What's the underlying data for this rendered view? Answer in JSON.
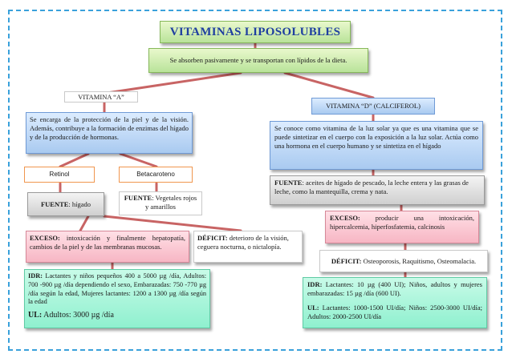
{
  "title": "VITAMINAS LIPOSOLUBLES",
  "intro": "Se absorben pasivamente  y se transportan  con lípidos  de la dieta.",
  "vitamin_a": {
    "label": "VITAMINA “A”",
    "description": "Se encarga de la protección de la piel y de la visión. Además, contribuye a la formación de enzimas del hígado y de la producción  de hormonas.",
    "forms": [
      "Retinol",
      "Betacaroteno"
    ],
    "retinol_source_label": "FUENTE",
    "retinol_source_text": ": hígado",
    "beta_source_label": "FUENTE",
    "beta_source_text": ": Vegetales rojos y amarillos",
    "excess_label": "EXCESO:",
    "excess_text": " intoxicación  y  finalmente  hepatopatía, cambios de la piel y de las membranas  mucosas.",
    "deficit_label": "DÉFICIT:",
    "deficit_text": "  deterioro  de la visión, ceguera nocturna,  o nictalopía.",
    "idr_label": "IDR:",
    "idr_text": "  Lactantes  y  niños  pequeños  400  a  5000  µg  /día, Adultos:  700  -900  µg  /día     dependiendo el sexo, Embarazadas:  750  -770  µg  /día  según  la  edad,  Mujeres lactantes:  1200 a 1300 µg /día según la edad",
    "ul_label": "UL:",
    "ul_text": " Adultos: 3000 µg /día"
  },
  "vitamin_d": {
    "label": "VITAMINA  “D”  (CALCIFEROL)",
    "description": "Se conoce  como vitamina  de la luz solar ya que es una vitamina que se  puede  sintetizar en  el  cuerpo  con la  exposición  a la  luz  solar.  Actúa  como  una hormona  en el  cuerpo humano  y se  sintetiza en el hígado",
    "source_label": "FUENTE",
    "source_text": ":  aceites  de hígado  de pescado, la leche entera y las grasas de leche,  como  la mantequilla,   crema y nata.",
    "excess_label": "EXCESO:",
    "excess_text": "   producir   una   intoxicación, hipercalcemia,  hiperfosfatemia,  calcinosis",
    "deficit_label": "DÉFICIT:",
    "deficit_text": "  Osteoporosis,  Raquitismo,  Osteomalacia.",
    "idr_label": "IDR:",
    "idr_text": "  Lactantes:  10 µg (400 UI); Niños, adultos y mujeres embarazadas:  15 µg /día (600 UI).",
    "ul_label": "UL:",
    "ul_text": "  Lactantes:  1000-1500  UI/día;  Niños:  2500-3000 UI/día; Adultos:  2000-2500 UI/día"
  },
  "colors": {
    "frame": "#3aa1db",
    "connector": "#c86464",
    "title_text": "#1f3fa0"
  }
}
